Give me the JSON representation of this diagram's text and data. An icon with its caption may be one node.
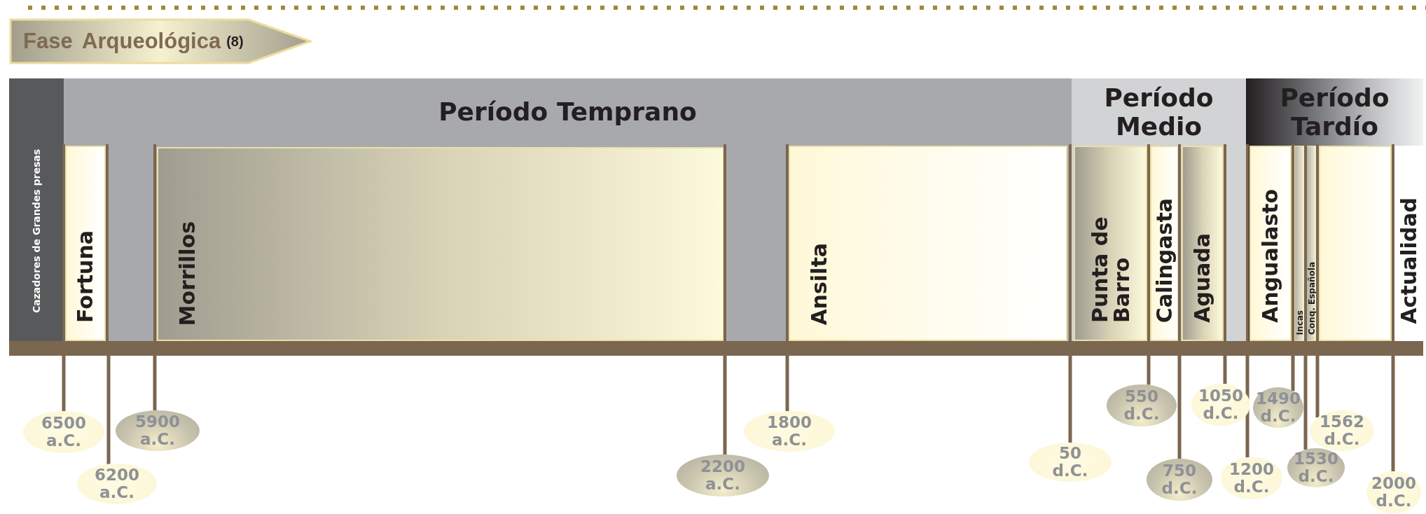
{
  "diagram": {
    "nodes": [
      {
        "text": [
          "Fase Arqueológica",
          "(8)"
        ]
      },
      {
        "text": [
          "Cazadores de Grandes presas"
        ]
      },
      {
        "text": [
          "Período Temprano"
        ]
      },
      {
        "text": [
          "Fortuna"
        ],
        "in": 2
      },
      {
        "text": [
          "Morrillos"
        ],
        "in": 2
      },
      {
        "text": [
          "Ansilta"
        ],
        "in": 2
      },
      {
        "text": [
          "Período Medio"
        ]
      },
      {
        "text": [
          "Punta de Barro"
        ],
        "in": 6
      },
      {
        "text": [
          "Calingasta"
        ],
        "in": 6
      },
      {
        "text": [
          "Aguada"
        ],
        "in": 6
      },
      {
        "text": [
          "Período Tardío"
        ]
      },
      {
        "text": [
          "Angualasto"
        ],
        "in": 10
      },
      {
        "text": [
          "Incas"
        ],
        "in": 10
      },
      {
        "text": [
          "Conq. Española"
        ],
        "in": 10
      },
      {
        "text": [],
        "shape": "box",
        "in": 10
      },
      {
        "text": [
          "Actualidad"
        ],
        "in": 10
      },
      {
        "text": [],
        "shape": "bar"
      },
      {
        "text": [
          "6500 a.C."
        ]
      },
      {
        "text": [
          "6200 a.C."
        ]
      },
      {
        "text": [
          "5900 a.C."
        ]
      },
      {
        "text": [
          "2200 a.C."
        ]
      },
      {
        "text": [
          "1800 a.C."
        ]
      },
      {
        "text": [
          "50 d.C."
        ]
      },
      {
        "text": [
          "550 d.C."
        ]
      },
      {
        "text": [
          "750 d.C."
        ]
      },
      {
        "text": [
          "1050 d.C."
        ]
      },
      {
        "text": [
          "1200 d.C."
        ]
      },
      {
        "text": [
          "1490 d.C."
        ]
      },
      {
        "text": [
          "1530 d.C."
        ]
      },
      {
        "text": [
          "1562 d.C."
        ]
      },
      {
        "text": [
          "2000 d.C."
        ]
      }
    ],
    "edges": [
      {
        "from": 17,
        "to": 16,
        "arrow": "none"
      },
      {
        "from": 18,
        "to": 16,
        "arrow": "none"
      },
      {
        "from": 19,
        "to": 16,
        "arrow": "none"
      },
      {
        "from": 20,
        "to": 16,
        "arrow": "none"
      },
      {
        "from": 21,
        "to": 16,
        "arrow": "none"
      },
      {
        "from": 22,
        "to": 16,
        "arrow": "none"
      },
      {
        "from": 23,
        "to": 16,
        "arrow": "none"
      },
      {
        "from": 24,
        "to": 16,
        "arrow": "none"
      },
      {
        "from": 25,
        "to": 16,
        "arrow": "none"
      },
      {
        "from": 26,
        "to": 16,
        "arrow": "none"
      },
      {
        "from": 27,
        "to": 16,
        "arrow": "none"
      },
      {
        "from": 28,
        "to": 16,
        "arrow": "none"
      },
      {
        "from": 29,
        "to": 16,
        "arrow": "none"
      },
      {
        "from": 30,
        "to": 16,
        "arrow": "none"
      }
    ]
  }
}
